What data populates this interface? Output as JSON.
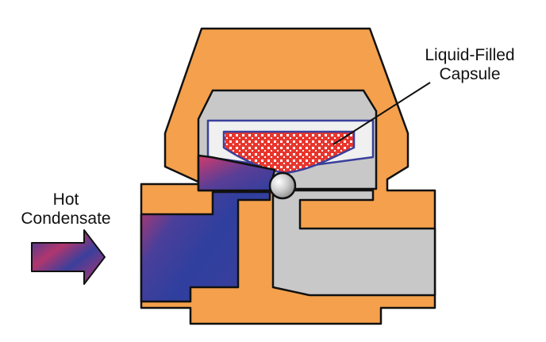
{
  "labels": {
    "capsule_line1": "Liquid-Filled",
    "capsule_line2": "Capsule",
    "inlet_line1": "Hot",
    "inlet_line2": "Condensate"
  },
  "colors": {
    "body": "#F4A04C",
    "outline": "#111111",
    "chamber": "#C8C8C8",
    "capsule_frame": "#F0F0F0",
    "capsule_fill": "#E8362D",
    "condensate_blue": "#3A3F9C",
    "condensate_red": "#D93A6A",
    "valve_ball": "#BDBDBD"
  },
  "icons": {
    "flow_arrow": "right-arrow-icon",
    "valve": "ball-valve-icon"
  }
}
